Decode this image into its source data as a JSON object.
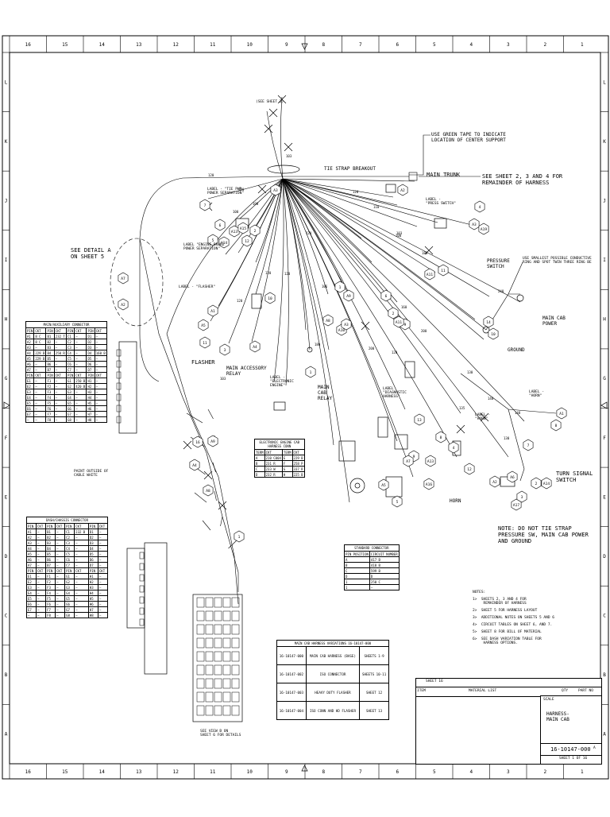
{
  "border": {
    "columns": [
      "16",
      "15",
      "14",
      "13",
      "12",
      "11",
      "10",
      "9",
      "8",
      "7",
      "6",
      "5",
      "4",
      "3",
      "2",
      "1"
    ],
    "rows": [
      "L",
      "K",
      "J",
      "I",
      "H",
      "G",
      "F",
      "E",
      "D",
      "C",
      "B",
      "A"
    ]
  },
  "callouts": {
    "see_sheet_top": "(SEE SHEET 2)",
    "green_tape": "USE GREEN TAPE TO INDICATE\nLOCATION OF CENTER SUPPORT",
    "tie_strap": "TIE STRAP BREAKOUT",
    "main_trunk": "MAIN TRUNK",
    "see_sheet_234": "SEE SHEET 2, 3 AND 4 FOR\nREMAINDER OF HARNESS",
    "see_detail": "SEE DETAIL A\nON SHEET 5",
    "label_flasher": "LABEL - \"FLASHER\"",
    "label_pressure_switch": "LABEL -\n\"PRESS SWITCH\"",
    "pressure_switch": "PRESSURE\nSWITCH",
    "pressure_note": "USE SMALLEST POSSIBLE CONDUCTIVE\nRING AND SPOT TWIN THREE RING BE",
    "main_cab_power": "MAIN CAB\nPOWER",
    "ground": "GROUND",
    "flasher": "FLASHER",
    "main_accessory_relay": "MAIN ACCESSORY\nRELAY",
    "main_cab_relay": "MAIN\nCAB\nRELAY",
    "label_diagnostic": "LABEL\n\"DIAGNOSTIC\nHARNESS\"",
    "label_electronic": "LABEL -\n\"ELECTRONIC\nENGINE\"",
    "label_horn_top": "LABEL -\n\"HORN\"",
    "label_horn_mid": "LABEL -\n\"HORN\"",
    "label_tie_power": "LABEL - \"TIE PWR\nPOWER SEPARATION\"",
    "label_engine_brake": "LABEL \"ENGINE BRAKE\nPOWER SEPARATION\"",
    "horn": "HORN",
    "turn_signal_switch": "TURN SIGNAL\nSWITCH",
    "note_tie": "NOTE: DO NOT TIE STRAP\nPRESSURE SW, MAIN CAB POWER\nAND GROUND",
    "see_view": "SEE VIEW B ON\nSHEET 6 FOR DETAILS",
    "paint_note": "PAINT OUTSIDE OF\nCABLE WHITE"
  },
  "wire_labels": [
    "103",
    "120",
    "120",
    "100",
    "100",
    "120",
    "120",
    "120",
    "106",
    "120",
    "110",
    "100",
    "160",
    "103",
    "180",
    "240",
    "148",
    "148",
    "130",
    "130",
    "135",
    "200",
    "120",
    "180",
    "200",
    "120",
    "103"
  ],
  "bubbles": [
    "A13",
    "A14",
    "A15",
    "2",
    "12",
    "7",
    "6",
    "5",
    "A3",
    "10",
    "A7",
    "A2",
    "1",
    "A9",
    "A1",
    "A5",
    "11",
    "3",
    "A4",
    "A10",
    "1",
    "A8",
    "2",
    "9",
    "A11",
    "A3",
    "6",
    "13",
    "9",
    "A7",
    "A5",
    "5",
    "A16",
    "A13",
    "8",
    "4",
    "A3",
    "A19",
    "A11",
    "A2",
    "11",
    "4",
    "12",
    "10",
    "14",
    "A2",
    "A17",
    "7",
    "8",
    "A1",
    "2",
    "A14",
    "A6",
    "3",
    "16",
    "A9",
    "A4",
    "A8",
    "1"
  ],
  "gauge_table": {
    "title": "ELECTRONIC ENGINE\nCAB HARNESS CONN",
    "header": [
      "TERM",
      "CKT",
      "TERM",
      "CKT"
    ],
    "rows": [
      [
        "A",
        "210 C004",
        "E",
        "229 B"
      ],
      [
        "B",
        "231 R",
        "F",
        "258 P"
      ],
      [
        "C",
        "233 W",
        "G",
        "337 R"
      ],
      [
        "D",
        "232 R",
        "H",
        "225 B"
      ]
    ]
  },
  "small_table": {
    "title": "STANDARD\nCONNECTOR",
    "header": [
      "PIN\nPOSITION",
      "CIRCUIT\nNUMBER"
    ],
    "rows": [
      [
        "A",
        "417 B"
      ],
      [
        "B",
        "418 B"
      ],
      [
        "C",
        "599 B"
      ],
      [
        "D",
        "D"
      ],
      [
        "1",
        "250 C"
      ],
      [
        "1",
        "—"
      ]
    ]
  },
  "pin_table_1": {
    "title": "MAIN/AUXILIARY CONNECTOR",
    "header": [
      "PIN",
      "CKT",
      "PIN",
      "CKT",
      "PIN",
      "CKT",
      "PIN",
      "CKT"
    ],
    "rows": [
      [
        "A1",
        "8 C",
        "B1",
        "232 T",
        "C1",
        "—",
        "D1",
        "—"
      ],
      [
        "A2",
        "8 C",
        "B2",
        "—",
        "C2",
        "—",
        "D2",
        "—"
      ],
      [
        "A3",
        "—",
        "B3",
        "—",
        "C3",
        "—",
        "D3",
        "—"
      ],
      [
        "A4",
        "229 B",
        "B4",
        "250 R",
        "C4",
        "—",
        "D4",
        "160 B"
      ],
      [
        "A5",
        "229 B",
        "B5",
        "—",
        "C5",
        "—",
        "D5",
        "—"
      ],
      [
        "A6",
        "—",
        "B6",
        "—",
        "C6",
        "—",
        "D6",
        "—"
      ],
      [
        "A7",
        "—",
        "B7",
        "—",
        "C7",
        "—",
        "D7",
        "—"
      ],
      [
        "PIN",
        "CKT",
        "PIN",
        "CKT",
        "PIN",
        "CKT",
        "PIN",
        "CKT"
      ],
      [
        "E1",
        "—",
        "F1",
        "—",
        "G1",
        "250 B",
        "H1",
        "—"
      ],
      [
        "E2",
        "—",
        "F2",
        "—",
        "G2",
        "420 B",
        "H2",
        "—"
      ],
      [
        "E3",
        "—",
        "F3",
        "—",
        "G3",
        "—",
        "H3",
        "—"
      ],
      [
        "E4",
        "—",
        "F4",
        "—",
        "G4",
        "—",
        "H4",
        "—"
      ],
      [
        "E5",
        "—",
        "F5",
        "—",
        "G5",
        "—",
        "H5",
        "—"
      ],
      [
        "E6",
        "—",
        "F6",
        "—",
        "G6",
        "—",
        "H6",
        "—"
      ],
      [
        "E7",
        "—",
        "F7",
        "—",
        "G7",
        "—",
        "H7",
        "—"
      ],
      [
        "—",
        "—",
        "F8",
        "—",
        "G8",
        "—",
        "H8",
        "—"
      ]
    ]
  },
  "pin_table_2": {
    "title": "DASH/CHASSIS CONNECTOR",
    "header": [
      "PIN",
      "CKT",
      "PIN",
      "CKT",
      "PIN",
      "CKT",
      "PIN",
      "CKT"
    ],
    "rows": [
      [
        "A1",
        "—",
        "B1",
        "—",
        "C1",
        "232 B",
        "D1",
        "—"
      ],
      [
        "A2",
        "—",
        "B2",
        "—",
        "C2",
        "—",
        "D2",
        "—"
      ],
      [
        "A3",
        "—",
        "B3",
        "—",
        "C3",
        "—",
        "D3",
        "—"
      ],
      [
        "A4",
        "—",
        "B4",
        "—",
        "C4",
        "—",
        "D4",
        "—"
      ],
      [
        "A5",
        "—",
        "B5",
        "—",
        "C5",
        "—",
        "D5",
        "—"
      ],
      [
        "A6",
        "—",
        "B6",
        "—",
        "C6",
        "—",
        "D6",
        "—"
      ],
      [
        "A7",
        "—",
        "B7",
        "—",
        "C7",
        "—",
        "D7",
        "—"
      ],
      [
        "PIN",
        "CKT",
        "PIN",
        "CKT",
        "PIN",
        "CKT",
        "PIN",
        "CKT"
      ],
      [
        "E1",
        "—",
        "F1",
        "—",
        "G1",
        "—",
        "H1",
        "—"
      ],
      [
        "E2",
        "—",
        "F2",
        "—",
        "G2",
        "—",
        "H2",
        "—"
      ],
      [
        "E3",
        "—",
        "F3",
        "—",
        "G3",
        "—",
        "H3",
        "—"
      ],
      [
        "E4",
        "—",
        "F4",
        "—",
        "G4",
        "—",
        "H4",
        "—"
      ],
      [
        "E5",
        "—",
        "F5",
        "—",
        "G5",
        "—",
        "H5",
        "—"
      ],
      [
        "E6",
        "—",
        "F6",
        "—",
        "G6",
        "—",
        "H6",
        "—"
      ],
      [
        "E7",
        "—",
        "F7",
        "—",
        "G7",
        "—",
        "H7",
        "—"
      ],
      [
        "—",
        "—",
        "F8",
        "—",
        "G8",
        "—",
        "H8",
        "—"
      ]
    ]
  },
  "variations": {
    "title": "MAIN CAB HARNESS VARIATIONS\n16-10147-000",
    "rows": [
      [
        "16-10147-000",
        "MAIN CAB HARNESS (BASE)",
        "SHEETS 1-9"
      ],
      [
        "16-10147-002",
        "ISO CONNECTOR",
        "SHEETS 10-11"
      ],
      [
        "16-10147-003",
        "HEAVY DUTY FLASHER",
        "SHEET 12"
      ],
      [
        "16-10147-004",
        "ISO CONN AND HD FLASHER",
        "SHEET 13"
      ]
    ]
  },
  "notes": {
    "title": "NOTES:",
    "items": [
      "1>  SHEETS 2, 3 AND 4 FOR\n     REMAINDER OF HARNESS",
      "2>  SHEET 5 FOR HARNESS LAYOUT",
      "3>  ADDITIONAL NOTES ON SHEETS 5 AND 6",
      "4>  CIRCUIT TABLES ON SHEET 6, AND 7.",
      "5>  SHEET 8 FOR BILL OF MATERIAL",
      "6>  SEE DASH VARIATION TABLE FOR\n     HARNESS OPTIONS."
    ]
  },
  "title_block": {
    "sheet_of": "SHEET 16",
    "item": "ITEM",
    "material": "MATERIAL LIST",
    "qty": "QTY",
    "part_no": "PART NO",
    "scale": "SCALE",
    "title": "HARNESS-\nMAIN CAB",
    "drawing_number": "16-10147-000",
    "rev": "A",
    "sheet": "SHEET 1 OF 16"
  }
}
